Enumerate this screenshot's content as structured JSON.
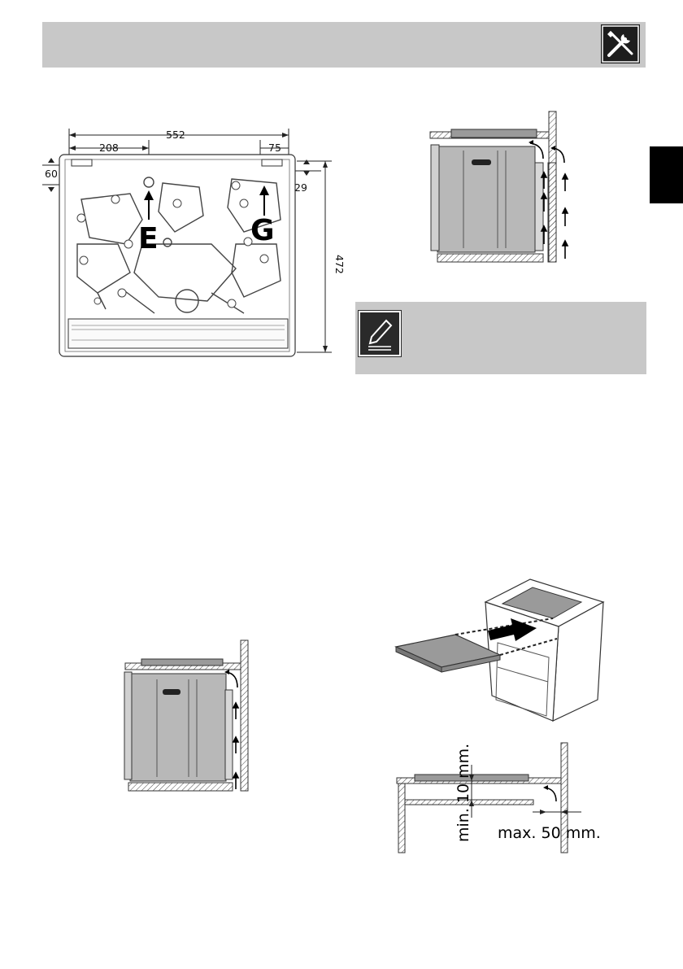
{
  "header": {
    "icon": "tools-icon"
  },
  "side_tab": {
    "color": "#000000"
  },
  "figure_rear": {
    "dim_total_width": "552",
    "dim_left_offset": "208",
    "dim_right_offset": "75",
    "dim_top_left": "60",
    "dim_top_right": "29",
    "dim_height": "472",
    "label_e": "E",
    "label_g": "G"
  },
  "note": {
    "icon": "pencil-note-icon"
  },
  "figure_install": {
    "clearance_vertical": "min. 10 mm.",
    "clearance_horizontal": "max. 50 mm."
  }
}
